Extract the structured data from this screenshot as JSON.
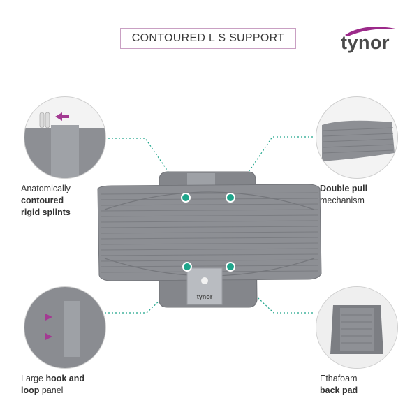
{
  "title": "CONTOURED L S SUPPORT",
  "brand": {
    "name": "tynor",
    "color": "#9c2a8a"
  },
  "belt_label": "tynor",
  "features": {
    "top_left": {
      "pre": "Anatomically",
      "bold1": "contoured",
      "bold2": "rigid splints"
    },
    "top_right": {
      "bold": "Double pull",
      "post": "mechanism"
    },
    "bottom_left": {
      "pre": "Large",
      "bold1": "hook and",
      "bold2": "loop",
      "post": "panel"
    },
    "bottom_right": {
      "pre": "Ethafoam",
      "bold": "back pad"
    }
  },
  "colors": {
    "belt": "#8d8f94",
    "belt_dark": "#7a7c81",
    "marker": "#1fa58b",
    "connector": "#1fa58b",
    "arrow": "#a33a92"
  }
}
